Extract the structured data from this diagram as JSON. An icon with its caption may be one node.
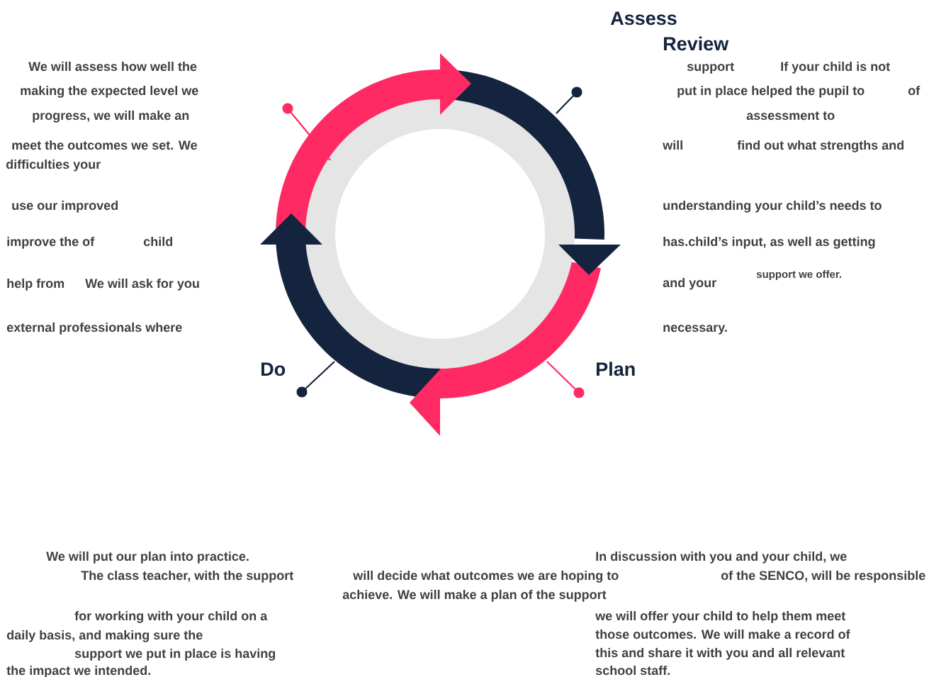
{
  "diagram": {
    "labels": [
      "Assess",
      "Review",
      "We will assess how well the",
      "support",
      "If your child is not",
      "making the expected level we",
      "put in place helped the pupil to",
      "of",
      "progress, we will make an",
      "assessment to",
      "meet the outcomes we set. We",
      "will",
      "find out what strengths and",
      "difficulties your",
      "use our improved",
      "understanding your child’s needs to",
      "improve the of",
      "child",
      "has.child’s input, as well as getting",
      "support we offer.",
      "help from",
      "We will ask for you",
      "and your",
      "external professionals where",
      "necessary.",
      "Do",
      "Plan",
      "We will put our plan into practice.",
      "In discussion with you and your child, we",
      "The class teacher, with the support",
      "will decide what outcomes we are hoping to",
      "of the SENCO, will be responsible",
      "achieve. We will make a plan of the support",
      "for working with your child on a",
      "we will offer your child to help them meet",
      "daily basis, and making sure the",
      "those outcomes. We will make a record of",
      "support we put in place is having",
      "this and share it with you and all relevant",
      "the impact we intended.",
      "school staff."
    ]
  }
}
